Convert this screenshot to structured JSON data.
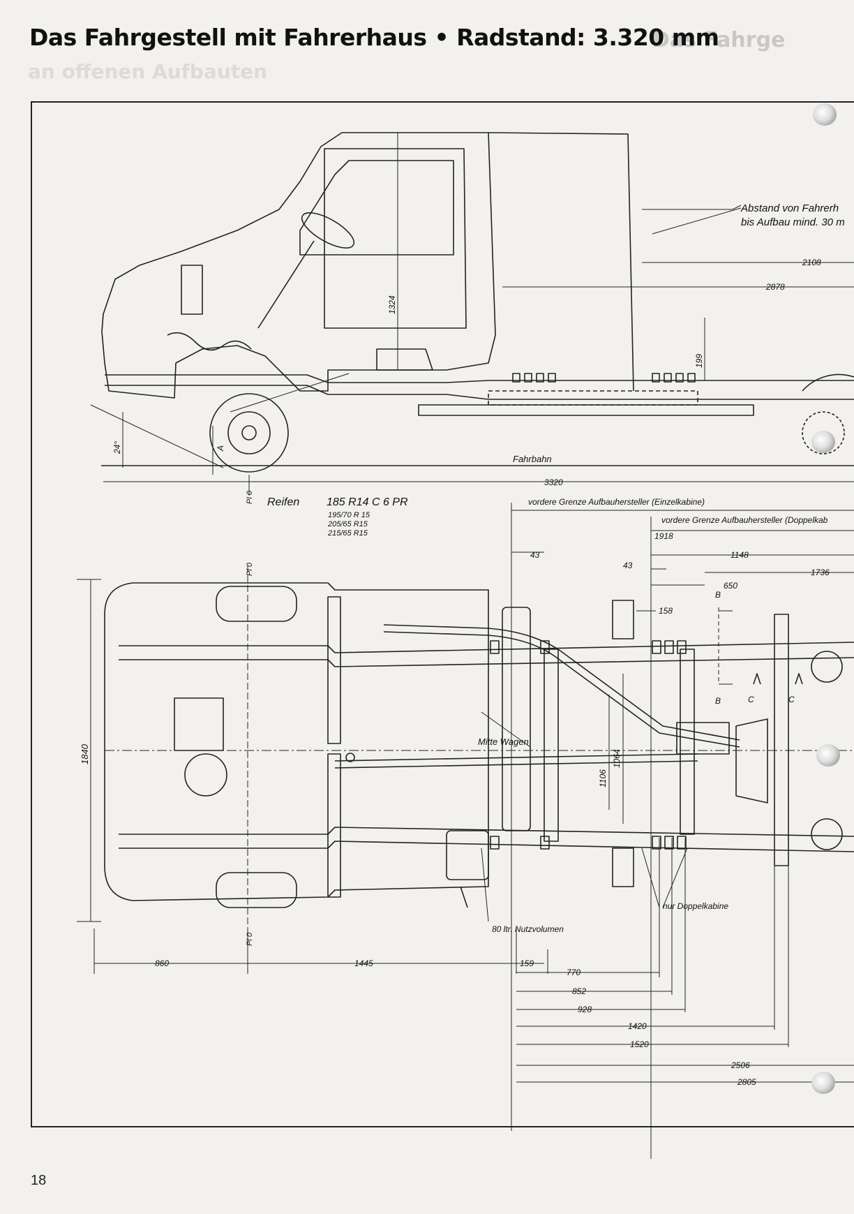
{
  "page": {
    "title": "Das Fahrgestell mit Fahrerhaus • Radstand: 3.320 mm",
    "ghost_title": "Das Fahrge",
    "ghost_subtitle": "an offenen Aufbauten",
    "page_number": "18"
  },
  "side_view": {
    "note_line1": "Abstand von Fahrerh",
    "note_line2": "bis Aufbau mind. 30 m",
    "dim_2108": "2108",
    "dim_2878": "2878",
    "dim_1324": "1324",
    "dim_199": "199",
    "angle": "24°",
    "label_a": "A",
    "road_label": "Fahrbahn",
    "wheelbase": "3320"
  },
  "tyres": {
    "label": "Reifen",
    "main": "185 R14 C 6 PR",
    "options": [
      "195/70 R 15",
      "205/65 R15",
      "215/65 R15"
    ]
  },
  "plan_view": {
    "pl0": "Pl 0",
    "front_limit_single": "vordere Grenze Aufbauhersteller (Einzelkabine)",
    "front_limit_double": "vordere Grenze Aufbauhersteller (Doppelkab",
    "dim_1918": "1918",
    "dim_43a": "43",
    "dim_43b": "43",
    "dim_1148": "1148",
    "dim_1736": "1736",
    "dim_650": "650",
    "dim_158": "158",
    "section_b": "B",
    "section_c": "C",
    "center_label": "Mitte Wagen",
    "width_1840": "1840",
    "dim_1106": "1106",
    "dim_1064": "1064",
    "fuel_label": "80 ltr. Nutzvolumen",
    "double_cab_label": "nur Doppelkabine"
  },
  "bottom_dims": {
    "d860": "860",
    "d1445": "1445",
    "d159": "159",
    "d770": "770",
    "d852": "852",
    "d928": "928",
    "d1420": "1420",
    "d1520": "1520",
    "d2506": "2506",
    "d2805": "2805"
  }
}
